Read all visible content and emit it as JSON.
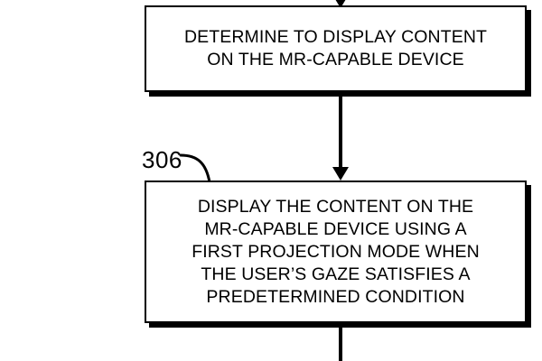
{
  "figure": {
    "type": "patent-flowchart",
    "background_color": "#ffffff",
    "line_color": "#000000"
  },
  "steps": [
    {
      "id": "304",
      "name": "determine-to-display-content",
      "text": "DETERMINE TO DISPLAY CONTENT\nON THE MR-CAPABLE DEVICE",
      "reference_numeral": ""
    },
    {
      "id": "306",
      "name": "display-content-first-projection-mode",
      "text": "DISPLAY THE CONTENT ON THE\nMR-CAPABLE DEVICE USING A\nFIRST PROJECTION MODE WHEN\nTHE USER’S GAZE SATISFIES A\nPREDETERMINED CONDITION",
      "reference_numeral": "306"
    }
  ],
  "connectors": [
    {
      "name": "arrow-into-step-304",
      "from": "(off-frame above)",
      "to": "304",
      "style": "arrow-down"
    },
    {
      "name": "arrow-step-304-to-step-306",
      "from": "304",
      "to": "306",
      "style": "arrow-down"
    },
    {
      "name": "line-out-of-step-306",
      "from": "306",
      "to": "(off-frame below)",
      "style": "line-down"
    }
  ],
  "callouts": [
    {
      "name": "reference-numeral-306",
      "label": "306",
      "points_to": "306"
    }
  ]
}
